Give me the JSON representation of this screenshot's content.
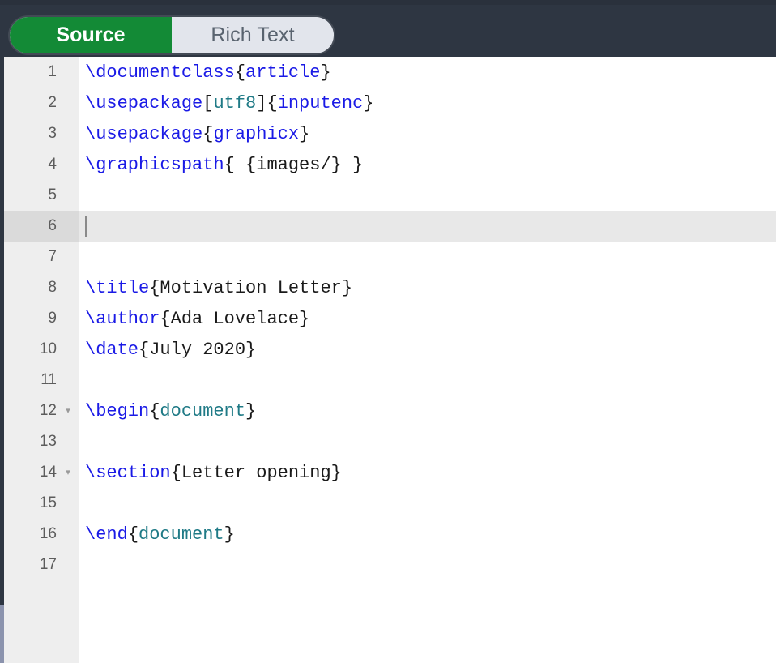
{
  "toolbar": {
    "source_label": "Source",
    "rich_text_label": "Rich Text",
    "active_mode": "Source",
    "green": "#138a36",
    "pill_bg": "#e2e5ec",
    "bar_bg": "#2e3642"
  },
  "editor": {
    "active_line": 6,
    "total_lines": 17,
    "active_line_bg": "#e8e8e8",
    "gutter_bg": "#eeeeee",
    "fold_glyph": "▾",
    "lines": [
      {
        "n": "1",
        "fold": false,
        "tokens": [
          {
            "t": "\\documentclass",
            "c": "cmd"
          },
          {
            "t": "{",
            "c": "plain"
          },
          {
            "t": "article",
            "c": "arg"
          },
          {
            "t": "}",
            "c": "plain"
          }
        ]
      },
      {
        "n": "2",
        "fold": false,
        "tokens": [
          {
            "t": "\\usepackage",
            "c": "cmd"
          },
          {
            "t": "[",
            "c": "plain"
          },
          {
            "t": "utf8",
            "c": "env"
          },
          {
            "t": "]{",
            "c": "plain"
          },
          {
            "t": "inputenc",
            "c": "arg"
          },
          {
            "t": "}",
            "c": "plain"
          }
        ]
      },
      {
        "n": "3",
        "fold": false,
        "tokens": [
          {
            "t": "\\usepackage",
            "c": "cmd"
          },
          {
            "t": "{",
            "c": "plain"
          },
          {
            "t": "graphicx",
            "c": "arg"
          },
          {
            "t": "}",
            "c": "plain"
          }
        ]
      },
      {
        "n": "4",
        "fold": false,
        "tokens": [
          {
            "t": "\\graphicspath",
            "c": "cmd"
          },
          {
            "t": "{ {images/} }",
            "c": "plain"
          }
        ]
      },
      {
        "n": "5",
        "fold": false,
        "tokens": []
      },
      {
        "n": "6",
        "fold": false,
        "tokens": []
      },
      {
        "n": "7",
        "fold": false,
        "tokens": []
      },
      {
        "n": "8",
        "fold": false,
        "tokens": [
          {
            "t": "\\title",
            "c": "cmd"
          },
          {
            "t": "{Motivation Letter}",
            "c": "plain"
          }
        ]
      },
      {
        "n": "9",
        "fold": false,
        "tokens": [
          {
            "t": "\\author",
            "c": "cmd"
          },
          {
            "t": "{Ada Lovelace}",
            "c": "plain"
          }
        ]
      },
      {
        "n": "10",
        "fold": false,
        "tokens": [
          {
            "t": "\\date",
            "c": "cmd"
          },
          {
            "t": "{July 2020}",
            "c": "plain"
          }
        ]
      },
      {
        "n": "11",
        "fold": false,
        "tokens": []
      },
      {
        "n": "12",
        "fold": true,
        "tokens": [
          {
            "t": "\\begin",
            "c": "cmd"
          },
          {
            "t": "{",
            "c": "plain"
          },
          {
            "t": "document",
            "c": "env"
          },
          {
            "t": "}",
            "c": "plain"
          }
        ]
      },
      {
        "n": "13",
        "fold": false,
        "tokens": []
      },
      {
        "n": "14",
        "fold": true,
        "tokens": [
          {
            "t": "\\section",
            "c": "cmd"
          },
          {
            "t": "{Letter opening}",
            "c": "plain"
          }
        ]
      },
      {
        "n": "15",
        "fold": false,
        "tokens": []
      },
      {
        "n": "16",
        "fold": false,
        "tokens": [
          {
            "t": "\\end",
            "c": "cmd"
          },
          {
            "t": "{",
            "c": "plain"
          },
          {
            "t": "document",
            "c": "env"
          },
          {
            "t": "}",
            "c": "plain"
          }
        ]
      },
      {
        "n": "17",
        "fold": false,
        "tokens": []
      }
    ]
  }
}
